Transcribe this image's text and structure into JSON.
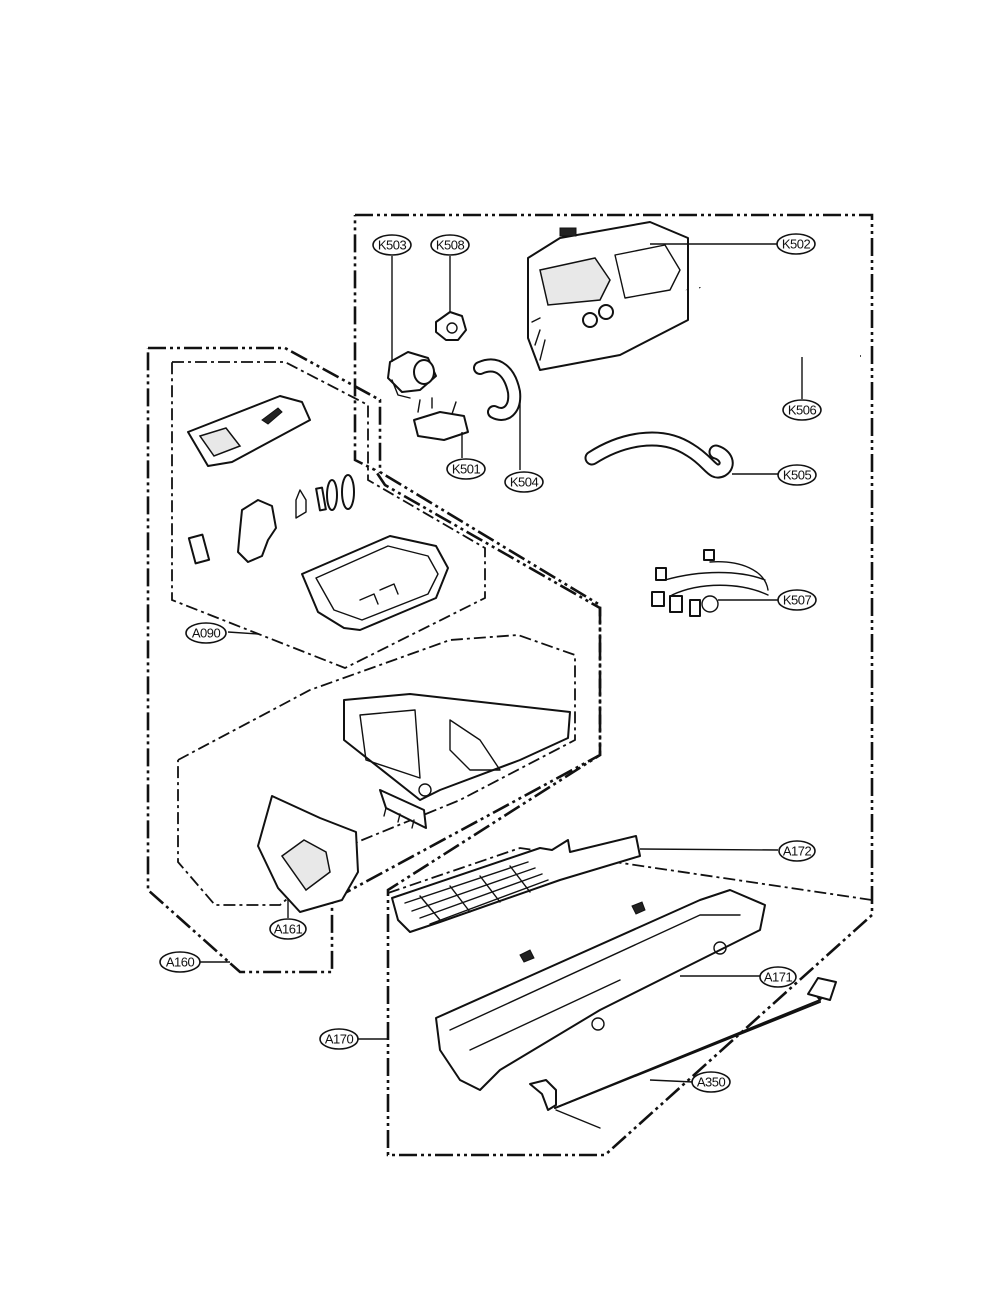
{
  "diagram": {
    "type": "exploded parts diagram",
    "callouts": [
      {
        "id": "K503",
        "label": "K503"
      },
      {
        "id": "K508",
        "label": "K508"
      },
      {
        "id": "K502",
        "label": "K502"
      },
      {
        "id": "K506",
        "label": "K506"
      },
      {
        "id": "K501",
        "label": "K501"
      },
      {
        "id": "K504",
        "label": "K504"
      },
      {
        "id": "K505",
        "label": "K505"
      },
      {
        "id": "K507",
        "label": "K507"
      },
      {
        "id": "A090",
        "label": "A090"
      },
      {
        "id": "A161",
        "label": "A161"
      },
      {
        "id": "A160",
        "label": "A160"
      },
      {
        "id": "A172",
        "label": "A172"
      },
      {
        "id": "A171",
        "label": "A171"
      },
      {
        "id": "A170",
        "label": "A170"
      },
      {
        "id": "A350",
        "label": "A350"
      }
    ]
  }
}
